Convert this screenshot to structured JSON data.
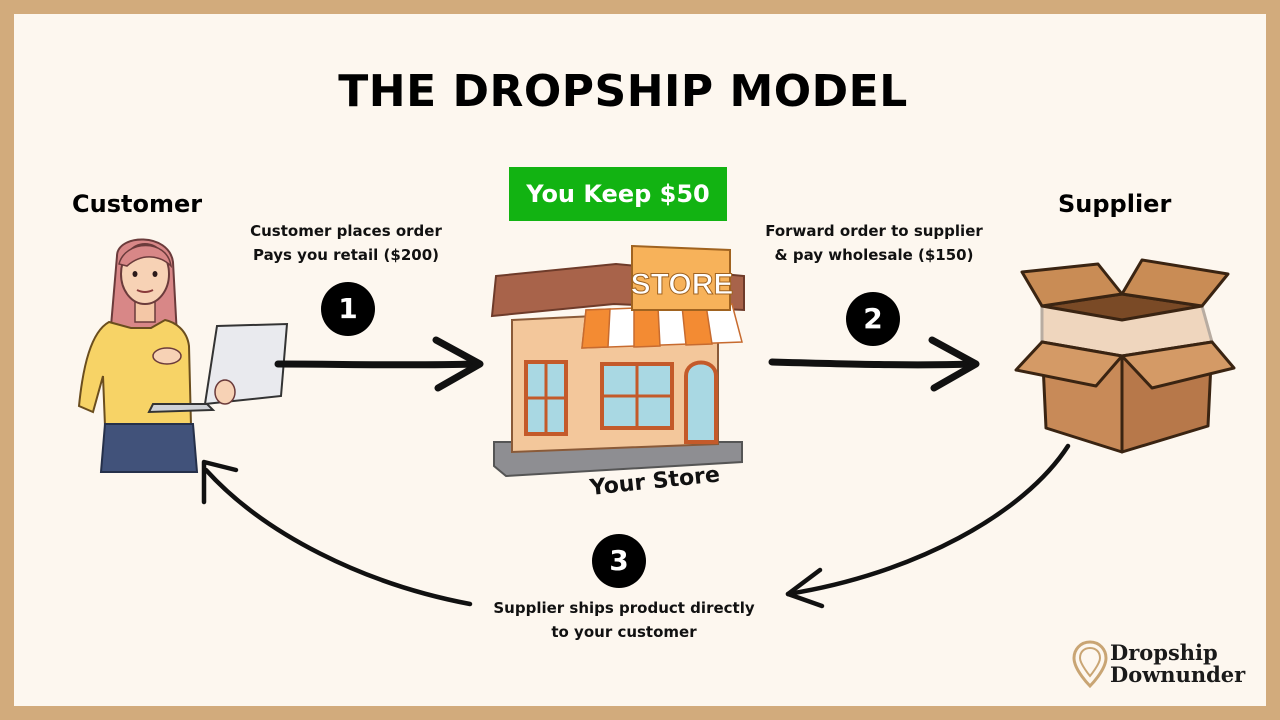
{
  "title": "THE DROPSHIP MODEL",
  "customer": {
    "label": "Customer",
    "illustration": "woman-with-laptop"
  },
  "supplier": {
    "label": "Supplier",
    "illustration": "open-cardboard-box"
  },
  "store": {
    "keep_label": "You Keep $50",
    "sign_text": "STORE",
    "caption": "Your Store",
    "illustration": "storefront",
    "keep_color": "#12b312"
  },
  "steps": [
    {
      "number": "1",
      "line1": "Customer places order",
      "line2": "Pays you retail ($200)"
    },
    {
      "number": "2",
      "line1": "Forward order to supplier",
      "line2": "& pay wholesale ($150)"
    },
    {
      "number": "3",
      "line1": "Supplier ships product directly",
      "line2": "to your customer"
    }
  ],
  "brand": {
    "line1": "Dropship",
    "line2": "Downunder",
    "icon": "map-pin-icon"
  }
}
